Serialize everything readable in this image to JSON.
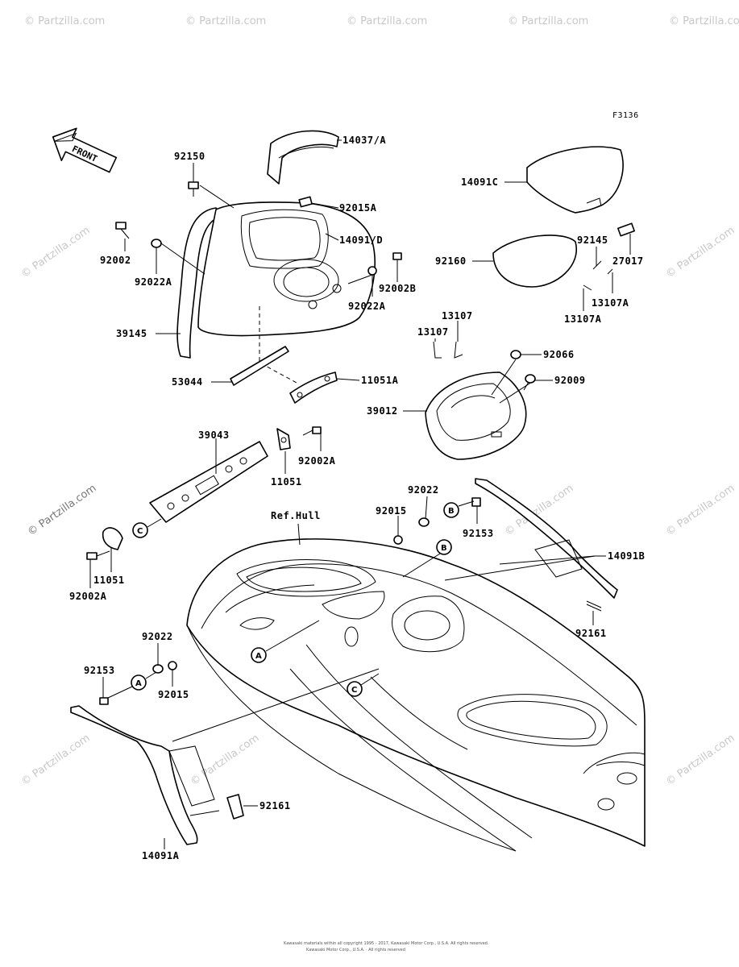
{
  "figure_code": "F3136",
  "front_marker": "FRONT",
  "reference": "Ref.Hull",
  "watermark": "© Partzilla.com",
  "footer": {
    "line1": "Kawasaki materials within all copyright 1995 - 2017, Kawasaki Motor Corp., U.S.A. All rights reserved.",
    "line2": "Kawasaki Motor Corp., U.S.A. · All rights reserved"
  },
  "callouts": {
    "a": "A",
    "b": "B",
    "c": "C"
  },
  "parts": {
    "p14037A": "14037/A",
    "p92150": "92150",
    "p92015A": "92015A",
    "p14091D": "14091/D",
    "p92002": "92002",
    "p92022A_left": "92022A",
    "p92002B": "92002B",
    "p92022A_right": "92022A",
    "p39145": "39145",
    "p53044": "53044",
    "p11051A": "11051A",
    "p14091C": "14091C",
    "p92145": "92145",
    "p27017": "27017",
    "p92160": "92160",
    "p13107A_right": "13107A",
    "p13107A_lower": "13107A",
    "p13107_top": "13107",
    "p13107_left": "13107",
    "p92066": "92066",
    "p92009": "92009",
    "p39012": "39012",
    "p39043": "39043",
    "p92002A_upper": "92002A",
    "p11051_upper": "11051",
    "p92022_upper": "92022",
    "p92015_upper": "92015",
    "p92153_upper": "92153",
    "p14091B": "14091B",
    "p11051_lower": "11051",
    "p92002A_lower": "92002A",
    "p92161_right": "92161",
    "p92022_lower": "92022",
    "p92153_lower": "92153",
    "p92015_lower": "92015",
    "p92161_lower": "92161",
    "p14091A": "14091A"
  }
}
